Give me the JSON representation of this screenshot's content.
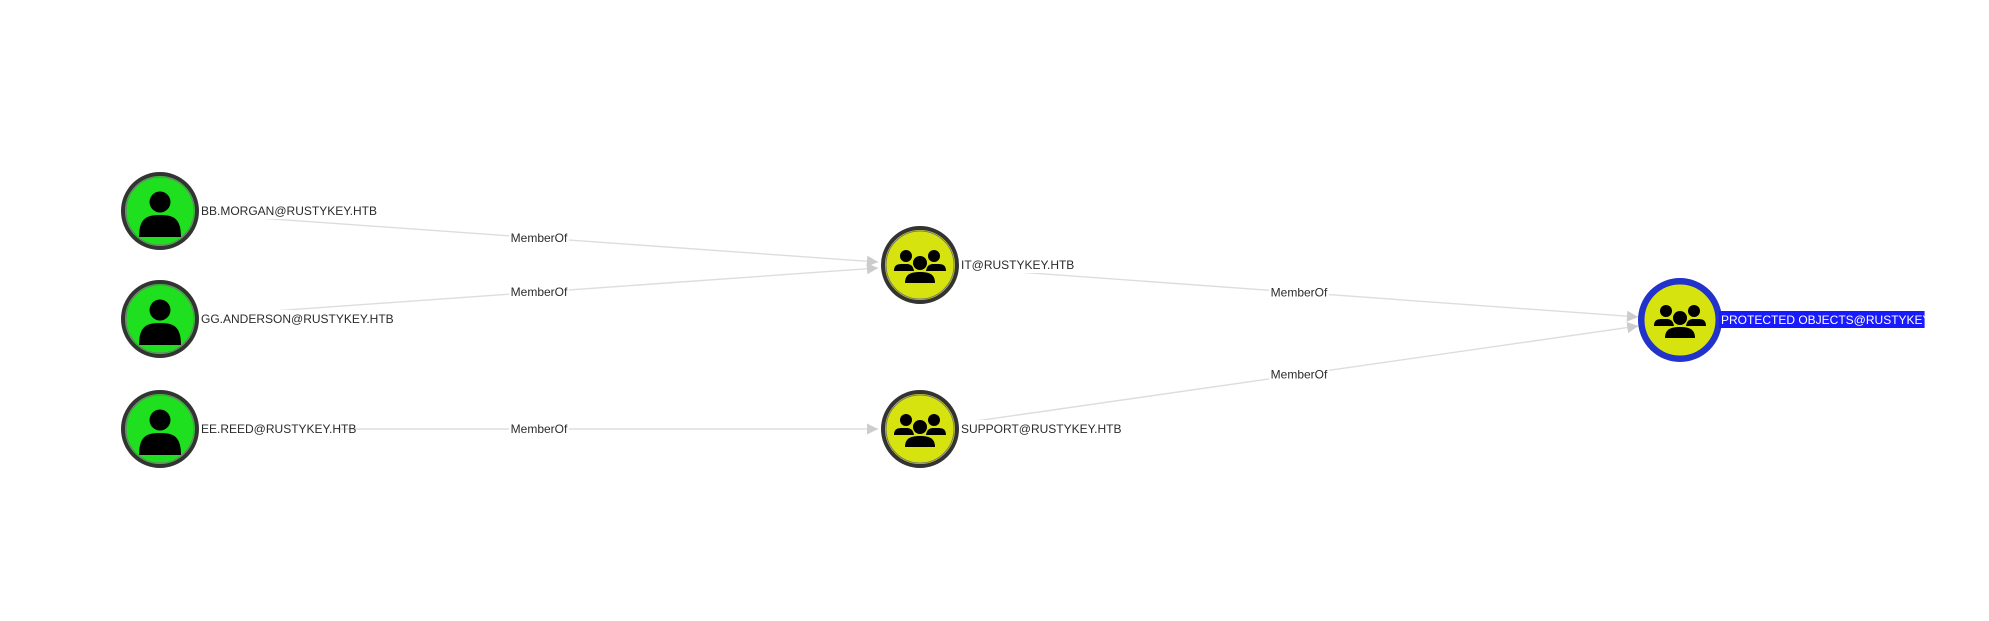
{
  "graph": {
    "nodes": [
      {
        "id": "bb_morgan",
        "label": "BB.MORGAN@RUSTYKEY.HTB",
        "kind": "user",
        "fill": "#1fe01f",
        "selected": false
      },
      {
        "id": "gg_anderson",
        "label": "GG.ANDERSON@RUSTYKEY.HTB",
        "kind": "user",
        "fill": "#1fe01f",
        "selected": false
      },
      {
        "id": "ee_reed",
        "label": "EE.REED@RUSTYKEY.HTB",
        "kind": "user",
        "fill": "#1fe01f",
        "selected": false
      },
      {
        "id": "it",
        "label": "IT@RUSTYKEY.HTB",
        "kind": "group",
        "fill": "#d7e30f",
        "selected": false
      },
      {
        "id": "support",
        "label": "SUPPORT@RUSTYKEY.HTB",
        "kind": "group",
        "fill": "#d7e30f",
        "selected": false
      },
      {
        "id": "protected_objects",
        "label": "PROTECTED OBJECTS@RUSTYKEY.HTB",
        "kind": "group",
        "fill": "#d7e30f",
        "selected": true
      }
    ],
    "edges": [
      {
        "from": "bb_morgan",
        "to": "it",
        "label": "MemberOf"
      },
      {
        "from": "gg_anderson",
        "to": "it",
        "label": "MemberOf"
      },
      {
        "from": "ee_reed",
        "to": "support",
        "label": "MemberOf"
      },
      {
        "from": "it",
        "to": "protected_objects",
        "label": "MemberOf"
      },
      {
        "from": "support",
        "to": "protected_objects",
        "label": "MemberOf"
      }
    ]
  },
  "colors": {
    "user_node": "#1fe01f",
    "group_node": "#d7e30f",
    "node_border": "#333333",
    "selected_border": "#2233cc",
    "selected_label_bg": "#1a1aff",
    "edge": "#dddddd",
    "arrow": "#cccccc"
  },
  "icons": {
    "user": "user-icon",
    "group": "group-icon"
  }
}
